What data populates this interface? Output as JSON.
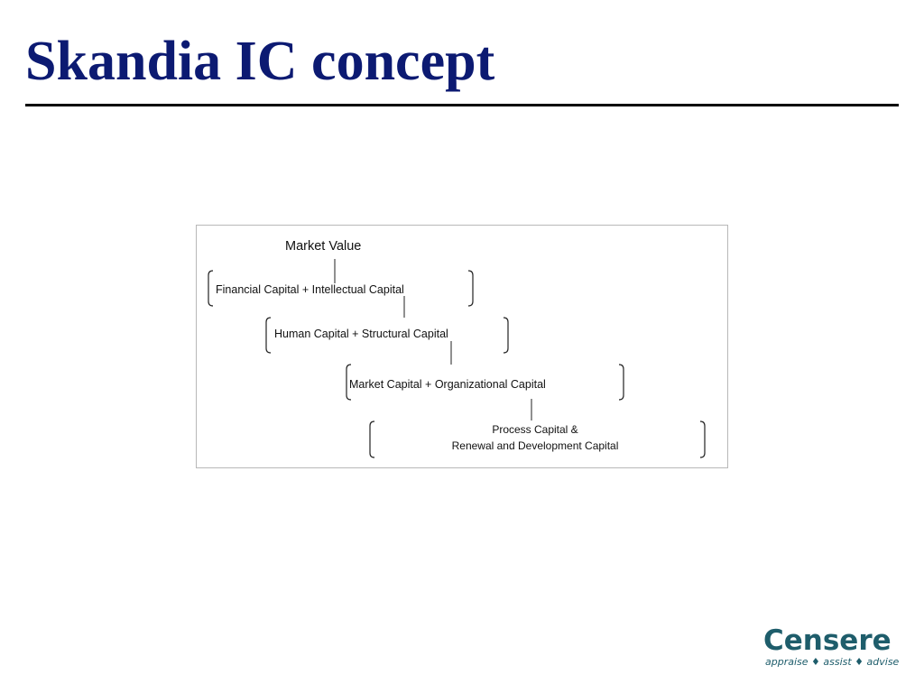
{
  "slide": {
    "title": "Skandia IC concept"
  },
  "diagram": {
    "market_value": "Market Value",
    "level1": "Financial Capital + Intellectual Capital",
    "level2": "Human Capital + Structural Capital",
    "level3": "Market Capital + Organizational Capital",
    "level4_line1": "Process Capital &",
    "level4_line2": "Renewal and Development Capital"
  },
  "logo": {
    "name": "Censere",
    "tagline": "appraise ♦ assist ♦ advise"
  },
  "colors": {
    "title": "#0c1a72",
    "logo": "#1e5d6b"
  }
}
